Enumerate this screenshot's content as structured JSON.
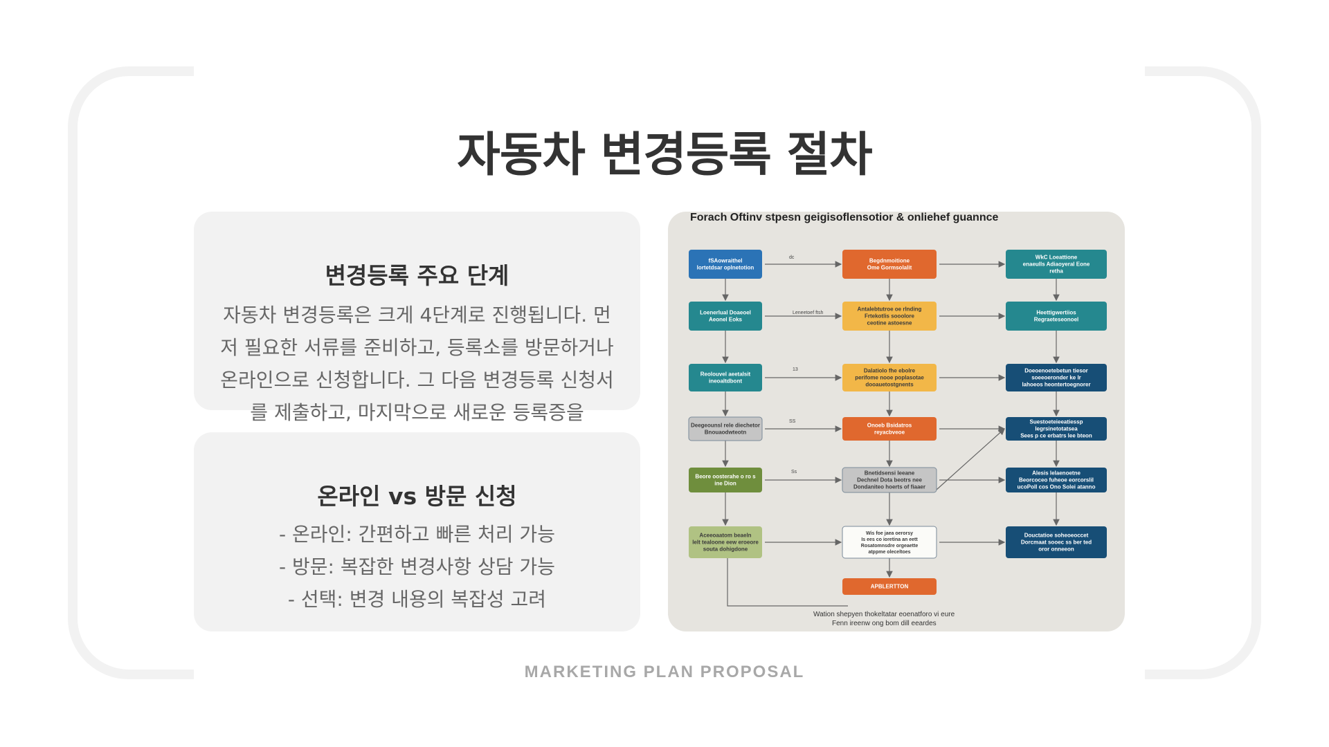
{
  "slide": {
    "title": "자동차 변경등록 절차",
    "footer": "MARKETING PLAN PROPOSAL"
  },
  "card_steps": {
    "title": "변경등록 주요 단계",
    "body": "자동차 변경등록은 크게 4단계로 진행됩니다. 먼저 필요한 서류를 준비하고, 등록소를 방문하거나 온라인으로 신청합니다. 그 다음 변경등록 신청서를 제출하고, 마지막으로 새로운 등록증을"
  },
  "card_compare": {
    "title": "온라인 vs 방문 신청",
    "lines": [
      "- 온라인: 간편하고 빠른 처리 가능",
      "- 방문: 복잡한 변경사항 상담 가능",
      "- 선택: 변경 내용의 복잡성 고려"
    ]
  },
  "flowchart_image": {
    "heading": "Forach Oftinv stpesn geigisoflensotior & onliehef guannce",
    "bottom_lines": [
      "Wation shepyen thokeltatar eoenatforo vi eure",
      "Fenn ireenw ong  bom dill eeardes"
    ],
    "colors": {
      "blue": "#2b73b6",
      "orange": "#e0682e",
      "yellow": "#f2b748",
      "teal": "#25888f",
      "navy": "#174e76",
      "gray": "#c5c5c5",
      "green": "#6f8e3d",
      "olive": "#b0c283",
      "white": "#fbfbf8",
      "background": "#e6e4df"
    },
    "boxes": [
      {
        "col": "left",
        "row": 1,
        "color": "blue",
        "lines": [
          "fSAowraithel",
          "lortetdsar oplnetotion"
        ]
      },
      {
        "col": "left",
        "row": 2,
        "color": "teal",
        "lines": [
          "Loenerlual Doaeoel",
          "Aeonel Eoks"
        ]
      },
      {
        "col": "left",
        "row": 3,
        "color": "teal",
        "lines": [
          "Reolouvel aeetalsit",
          "ineoaltdbont"
        ]
      },
      {
        "col": "left",
        "row": 4,
        "color": "gray",
        "lines": [
          "Deegeounsl rele diechetor",
          "Bnouaodwteotn"
        ]
      },
      {
        "col": "left",
        "row": 5,
        "color": "green",
        "lines": [
          "Beore oosterahe o ro s",
          "ine Dion"
        ]
      },
      {
        "col": "left",
        "row": 6,
        "color": "olive",
        "lines": [
          "Aceeoaatom beaeln",
          "lelt tealoone eew eroeore",
          "souta dohigdone"
        ]
      },
      {
        "col": "mid",
        "row": 1,
        "color": "orange",
        "lines": [
          "Begdnmoitione",
          "Ome Gormsolalit"
        ]
      },
      {
        "col": "mid",
        "row": 2,
        "color": "yellow",
        "lines": [
          "Antalebtutroe oe rlnding",
          "Frtekotlis  sooolore",
          "ceotine astoesne"
        ]
      },
      {
        "col": "mid",
        "row": 3,
        "color": "yellow",
        "lines": [
          "Dalatiolo fhe ebolre",
          "perifome nooe poplasotae",
          "dooauetostgnents"
        ]
      },
      {
        "col": "mid",
        "row": 4,
        "color": "orange",
        "lines": [
          "Onoeb Bsidatros",
          "reyacbveoe"
        ]
      },
      {
        "col": "mid",
        "row": 5,
        "color": "gray",
        "lines": [
          "Bnetidsensi leeane",
          "Dechnel Dota beotrs nee",
          "Dondaniteo hoerts of fiaaer"
        ]
      },
      {
        "col": "mid",
        "row": 6,
        "color": "white",
        "lines": [
          "Wis foe jaea oerorsy",
          "Is ees co ioretina an eett",
          "Rosatomnsdre orgeaette",
          "atppme oleceltoes"
        ]
      },
      {
        "col": "mid",
        "row": 7,
        "color": "orange",
        "lines": [
          "APBLERTTON"
        ]
      },
      {
        "col": "right",
        "row": 1,
        "color": "teal",
        "lines": [
          "WkC Loeattione",
          "enaeulls Adiaoyeral Eone",
          "retha"
        ]
      },
      {
        "col": "right",
        "row": 2,
        "color": "teal",
        "lines": [
          "Heettigwertiios",
          "Regraeteseonoel"
        ]
      },
      {
        "col": "right",
        "row": 3,
        "color": "navy",
        "lines": [
          "Doeoenoetebetun tiesor",
          "soeeoeronder ke lr",
          "lahoeos heontertoegnorer"
        ]
      },
      {
        "col": "right",
        "row": 4,
        "color": "navy",
        "lines": [
          "Suestoeteieeatiessp",
          "legrsinetotatsea",
          "Sees p ce erbatrs lee bteon"
        ]
      },
      {
        "col": "right",
        "row": 5,
        "color": "navy",
        "lines": [
          "Alesis lelaenoetne",
          "Beorcoceo fuheoe eorcorslil",
          "ucoPoll cos Ono Solei atanno"
        ]
      },
      {
        "col": "right",
        "row": 6,
        "color": "navy",
        "lines": [
          "Douctatioe soheoeoccet",
          "Dorcmaat sooec ss  ber ted",
          "oror onneeon"
        ]
      }
    ],
    "side_notes": [
      "dc",
      "Leneetoef ftsh",
      "13",
      "SS",
      "Ss"
    ]
  }
}
